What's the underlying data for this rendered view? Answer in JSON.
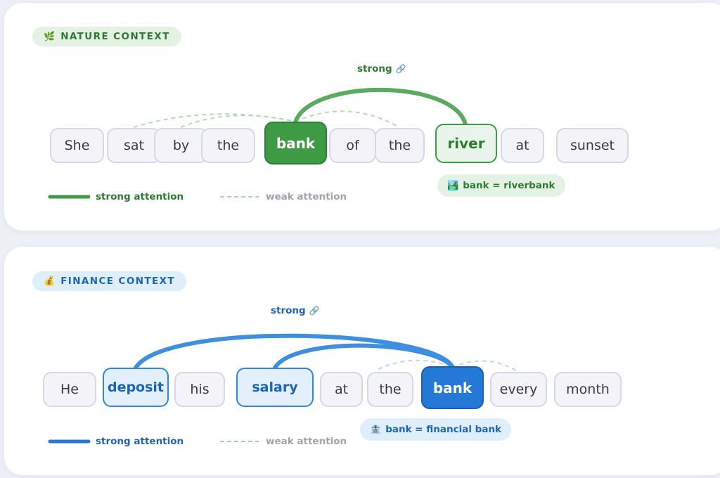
{
  "nature": {
    "context_label": "NATURE CONTEXT",
    "context_icon": "🌿",
    "strong_label": "strong",
    "strong_icon": "🔗",
    "tokens": [
      "She",
      "sat",
      "by",
      "the",
      "bank",
      "of",
      "the",
      "river",
      "at",
      "sunset"
    ],
    "focus_token": "bank",
    "strong_links": [
      "river"
    ],
    "meaning_icon": "🏞️",
    "meaning": "bank = riverbank",
    "legend_strong": "strong attention",
    "legend_weak": "weak attention",
    "accent": "#3f9a46"
  },
  "finance": {
    "context_label": "FINANCE CONTEXT",
    "context_icon": "💰",
    "strong_label": "strong",
    "strong_icon": "🔗",
    "tokens": [
      "He",
      "deposit",
      "his",
      "salary",
      "at",
      "the",
      "bank",
      "every",
      "month"
    ],
    "focus_token": "bank",
    "strong_links": [
      "deposit",
      "salary"
    ],
    "meaning_icon": "🏦",
    "meaning": "bank = financial bank",
    "legend_strong": "strong attention",
    "legend_weak": "weak attention",
    "accent": "#2579d6"
  }
}
